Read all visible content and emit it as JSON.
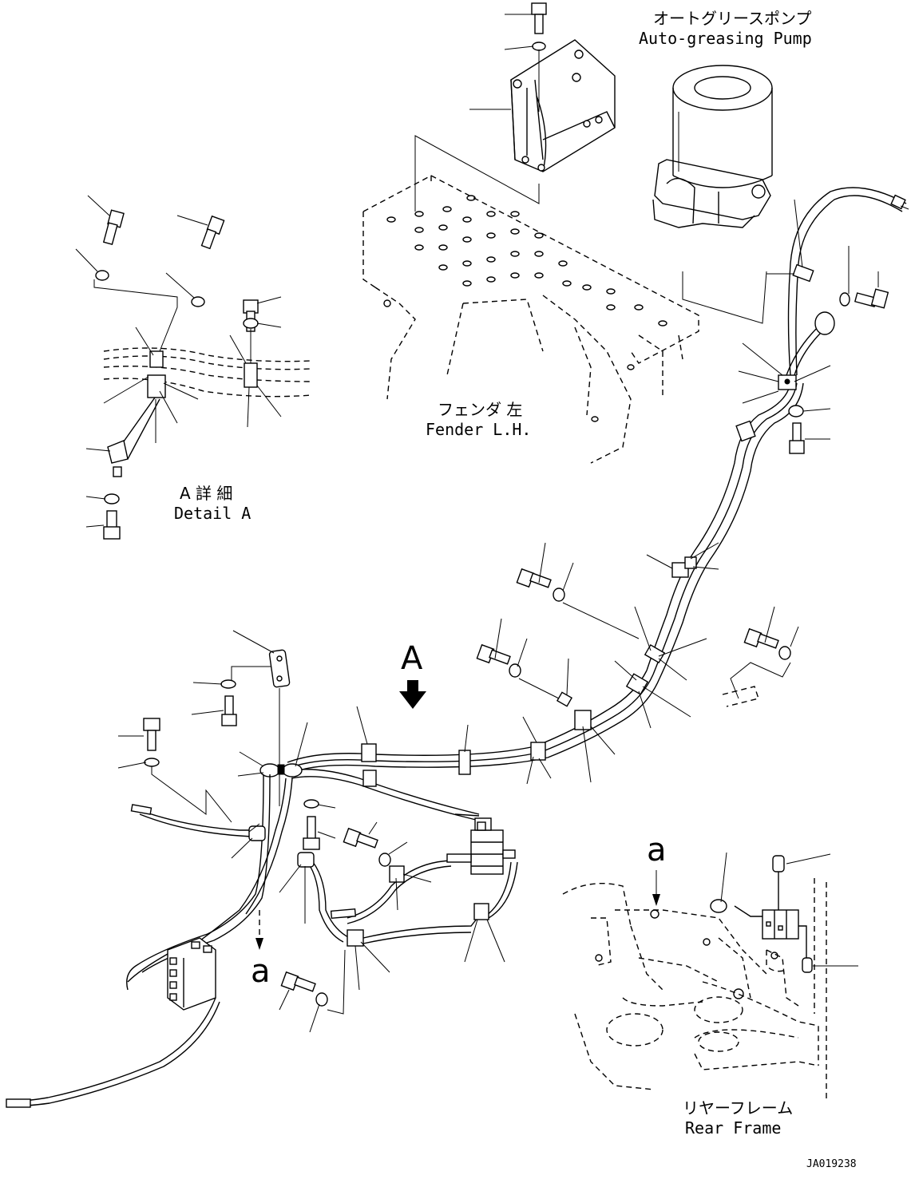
{
  "labels": {
    "pump_jp": "オートグリースポンプ",
    "pump_en": "Auto-greasing Pump",
    "fender_jp": "フェンダ 左",
    "fender_en": "Fender L.H.",
    "detail_jp": "A 詳 細",
    "detail_en": "Detail A",
    "rear_jp": "リヤーフレーム",
    "rear_en": "Rear Frame",
    "view_arrow": "A",
    "ref_a_left": "a",
    "ref_a_right": "a",
    "drawing_code": "JA019238"
  }
}
